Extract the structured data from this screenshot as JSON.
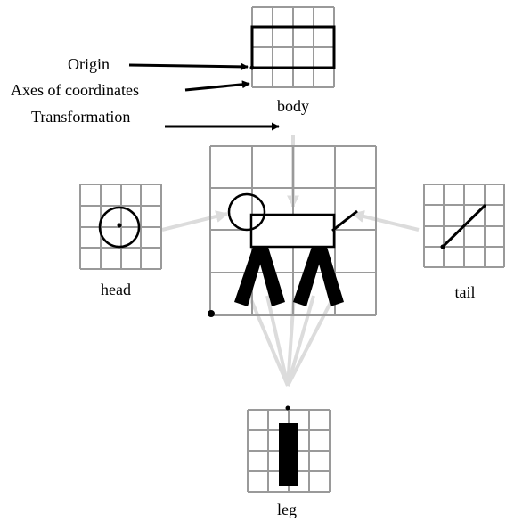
{
  "labels": {
    "origin": "Origin",
    "axes": "Axes of coordinates",
    "transformation": "Transformation",
    "body": "body",
    "head": "head",
    "tail": "tail",
    "leg": "leg"
  },
  "colors": {
    "grid": "#9a9a9a",
    "link": "#dcdcdc",
    "ink": "#000000"
  }
}
